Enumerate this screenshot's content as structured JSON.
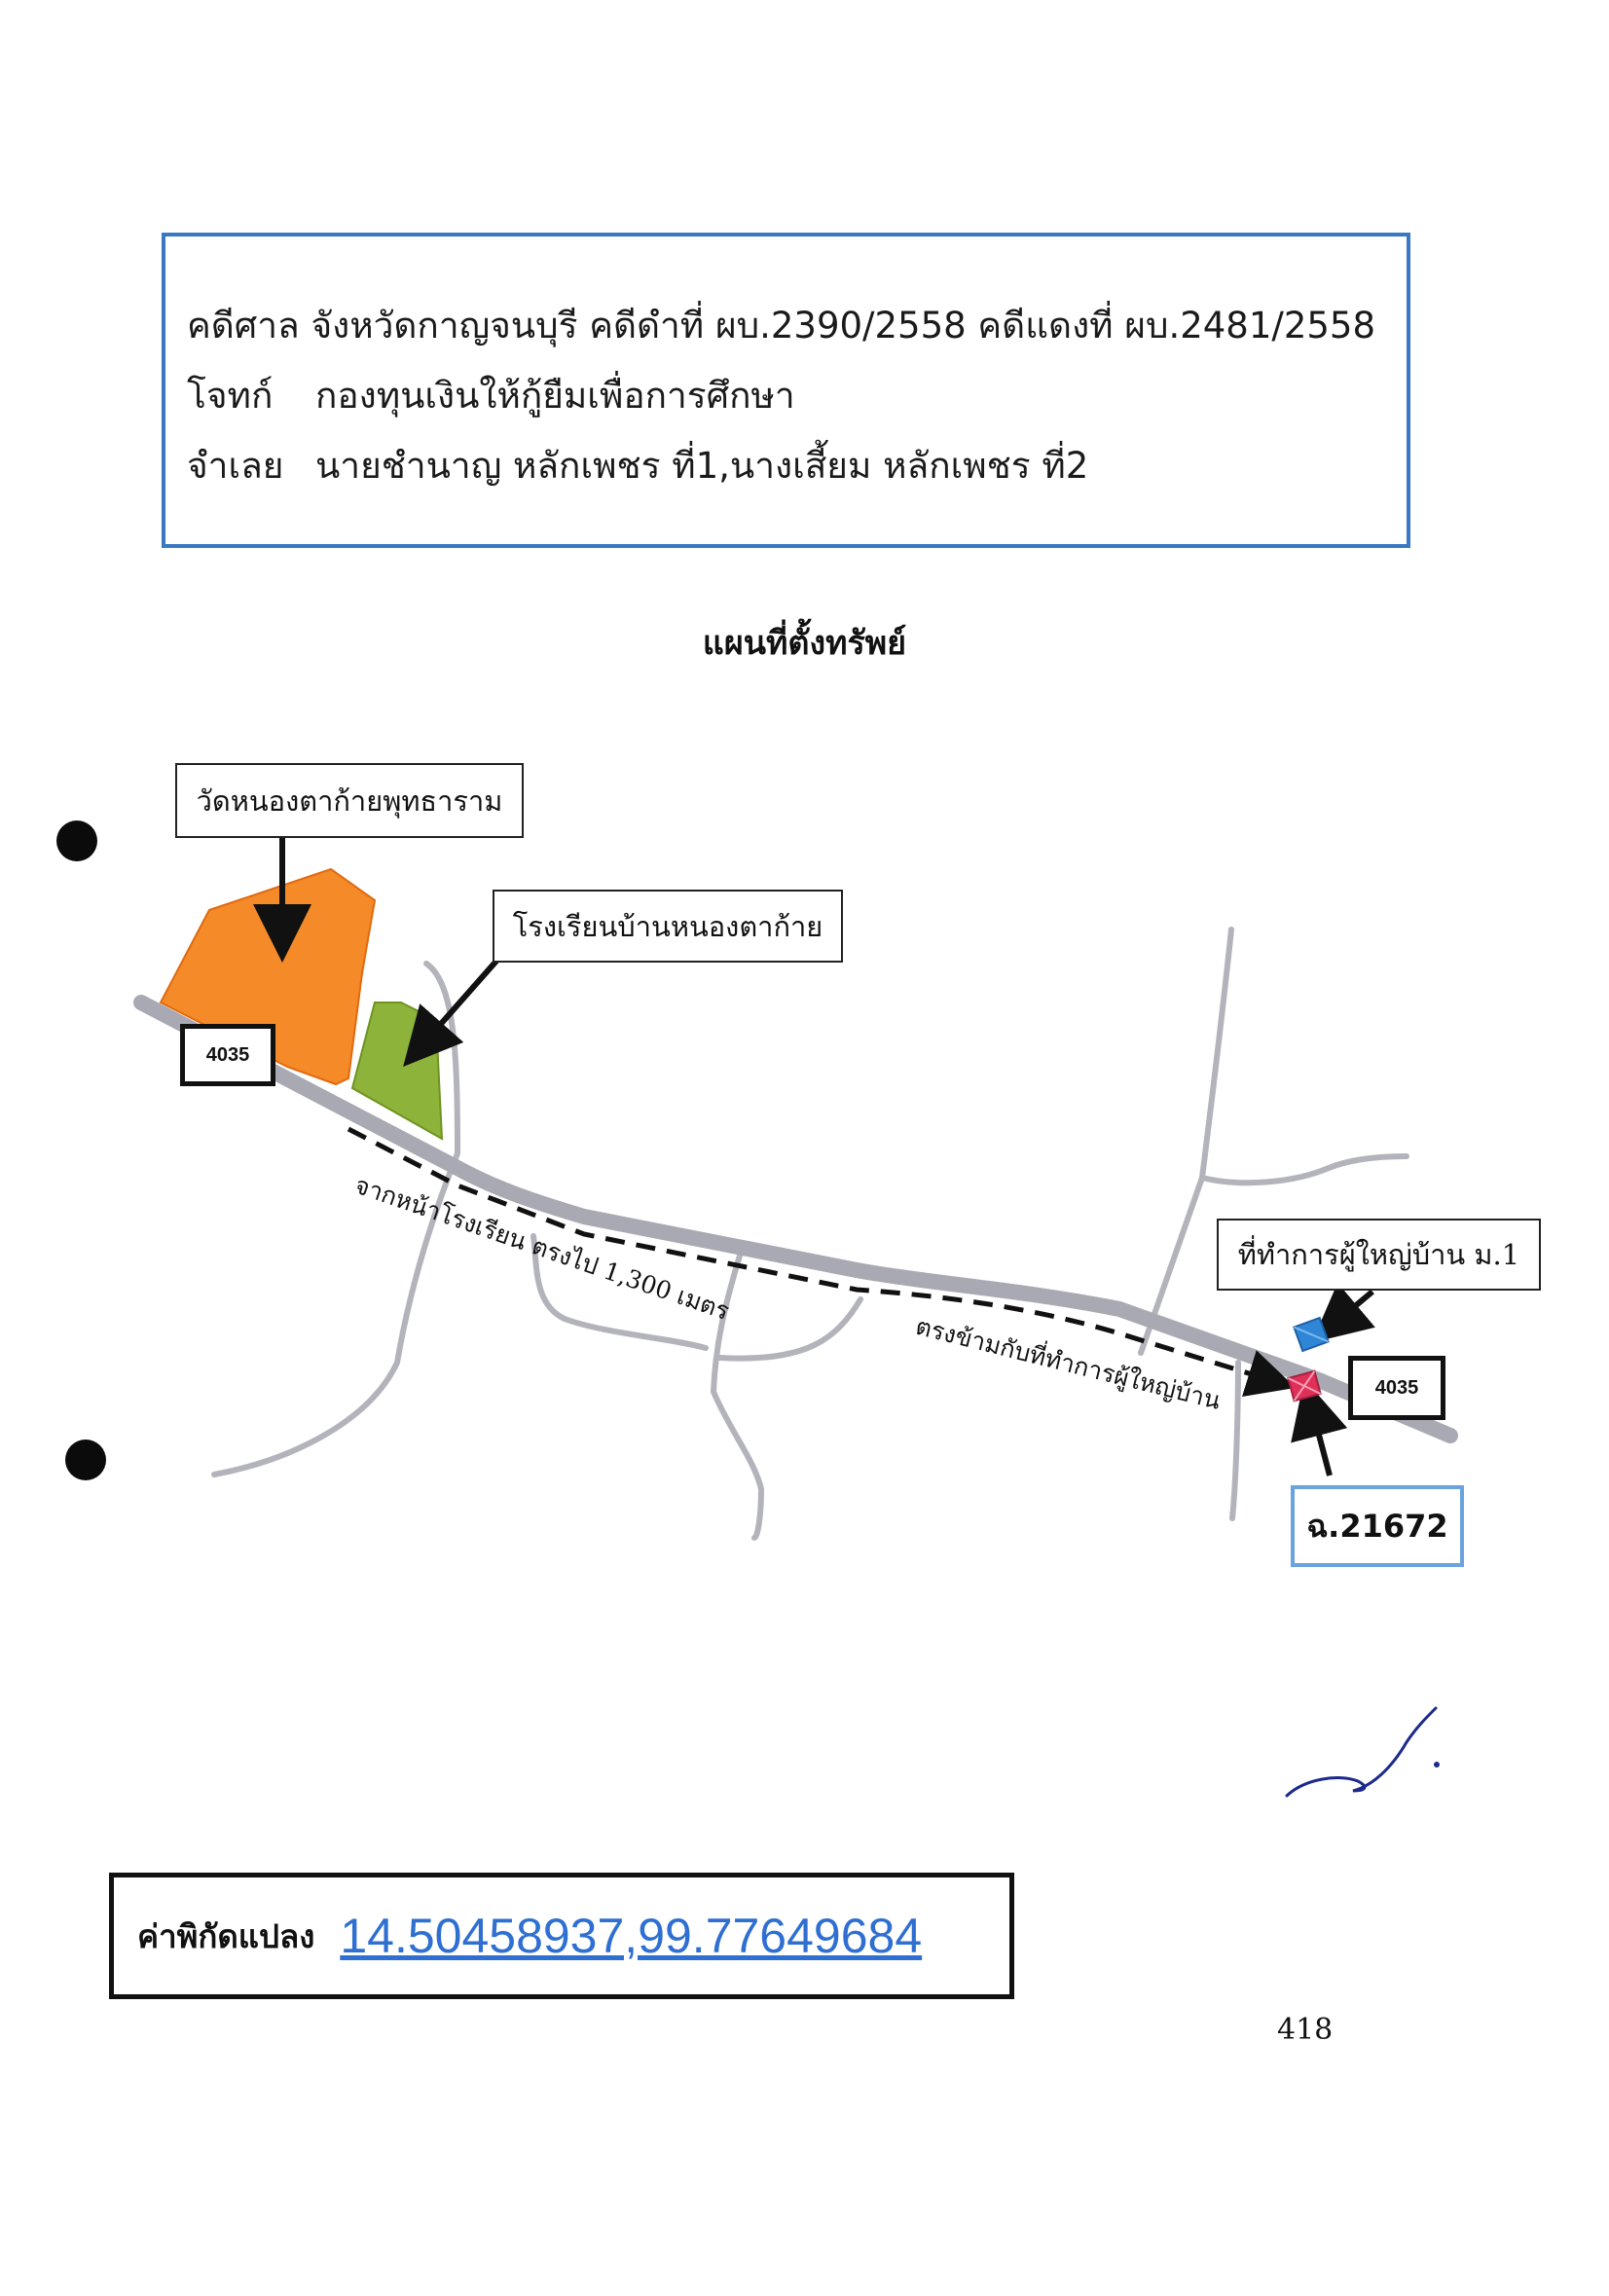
{
  "case_box": {
    "line1": "คดีศาล จังหวัดกาญจนบุรี คดีดำที่ ผบ.2390/2558 คดีแดงที่ ผบ.2481/2558",
    "line2_label": "โจทก์",
    "line2_value": "กองทุนเงินให้กู้ยืมเพื่อการศึกษา",
    "line3_label": "จำเลย",
    "line3_value": "นายชำนาญ หลักเพชร ที่1,นางเสี้ยม หลักเพชร ที่2"
  },
  "map": {
    "title": "แผนที่ตั้งทรัพย์",
    "temple_label": "วัดหนองตาก้ายพุทธาราม",
    "school_label": "โรงเรียนบ้านหนองตาก้าย",
    "headman_office_label": "ที่ทำการผู้ใหญ่บ้าน ม.1",
    "route_number": "4035",
    "deed_label": "ฉ.21672",
    "path_note_1": "จากหน้าโรงเรียน ตรงไป 1,300 เมตร",
    "path_note_2": "ตรงข้ามกับที่ทำการผู้ใหญ่บ้าน",
    "colors": {
      "temple": "#f58a28",
      "school": "#8db33a",
      "road": "#a9a9b3",
      "office_marker": "#2f86d6",
      "property_marker": "#e0305a"
    }
  },
  "coordinates": {
    "label": "ค่าพิกัดแปลง",
    "value": "14.50458937,99.77649684"
  },
  "page_number": "418"
}
